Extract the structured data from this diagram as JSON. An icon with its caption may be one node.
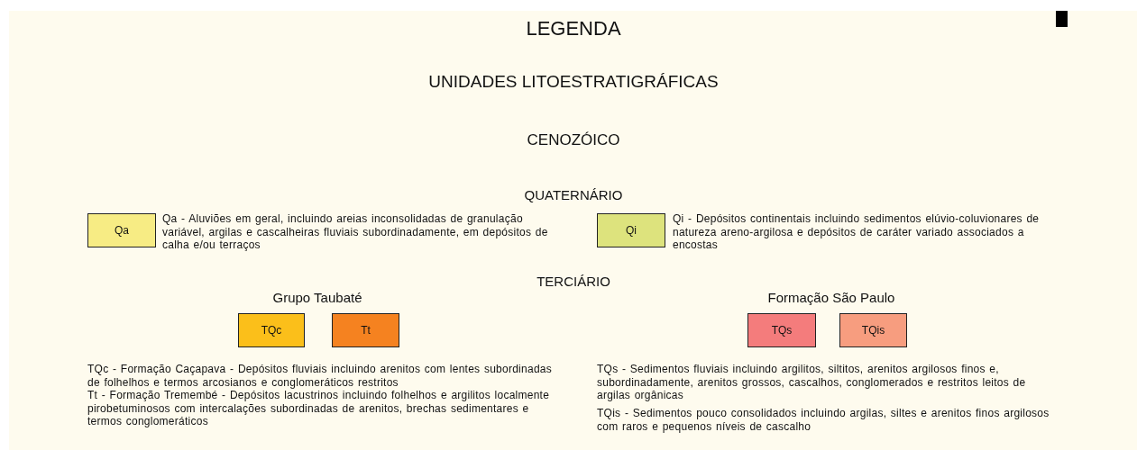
{
  "diagram": {
    "title": "LEGENDA",
    "nodes": [
      {
        "text": [
          "Qa"
        ],
        "beside": [
          "Qa - Aluviões em geral, incluindo areias inconsolidadas de granulação variável, argilas e cascalheiras fluviais subordinadamente, em depósitos de calha e/ou terraços"
        ]
      },
      {
        "text": [
          "Qi"
        ],
        "beside": [
          "Qi - Depósitos continentais incluindo sedimentos elúvio-coluvionares de natureza areno-argilosa e depósitos de caráter variado associados a encostas"
        ]
      },
      {
        "text": [
          "TQc"
        ]
      },
      {
        "text": [
          "Tt"
        ]
      },
      {
        "text": [
          "TQs"
        ]
      },
      {
        "text": [
          "TQis"
        ]
      }
    ],
    "edges": [],
    "labels": [
      "UNIDADES LITOESTRATIGRÁFICAS",
      "CENOZÓICO",
      "QUATERNÁRIO",
      "TERCIÁRIO",
      "Grupo Taubaté",
      "Formação São Paulo",
      "TQc - Formação Caçapava - Depósitos fluviais incluindo arenitos com lentes subordinadas de folhelhos e termos arcosianos e conglomeráticos restritos",
      "TQs - Sedimentos fluviais incluindo argilitos, siltitos, arenitos argilosos finos e, subordinadamente, arenitos grossos, cascalhos, conglomerados e restritos leitos de argilas orgânicas",
      "Tt - Formação Tremembé - Depósitos lacustrinos incluindo folhelhos e argilitos localmente pirobetuminosos com intercalações subordinadas de arenitos, brechas sedimentares e termos conglomeráticos",
      "TQis - Sedimentos pouco consolidados incluindo argilas, siltes e arenitos finos argilosos com raros e pequenos níveis de cascalho"
    ]
  }
}
